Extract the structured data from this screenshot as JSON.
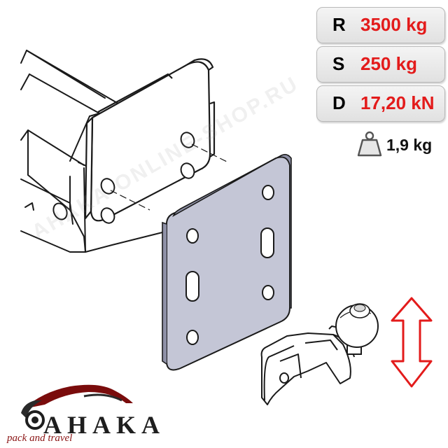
{
  "specs": [
    {
      "key": "R",
      "value": "3500 kg"
    },
    {
      "key": "S",
      "value": "250 kg"
    },
    {
      "key": "D",
      "value": "17,20 kN"
    }
  ],
  "weight": {
    "value": "1,9 kg",
    "icon": "weight-icon"
  },
  "watermark": "AHAKA-ONLINE-SHOP.RU",
  "brand": {
    "name": "AHAKA",
    "tagline": "pack and travel",
    "icon": "car-silhouette-icon"
  },
  "colors": {
    "spec_value": "#e31b1b",
    "arrow": "#e31b1b",
    "plate": "#aeb0c4",
    "line": "#1a1a1a"
  }
}
